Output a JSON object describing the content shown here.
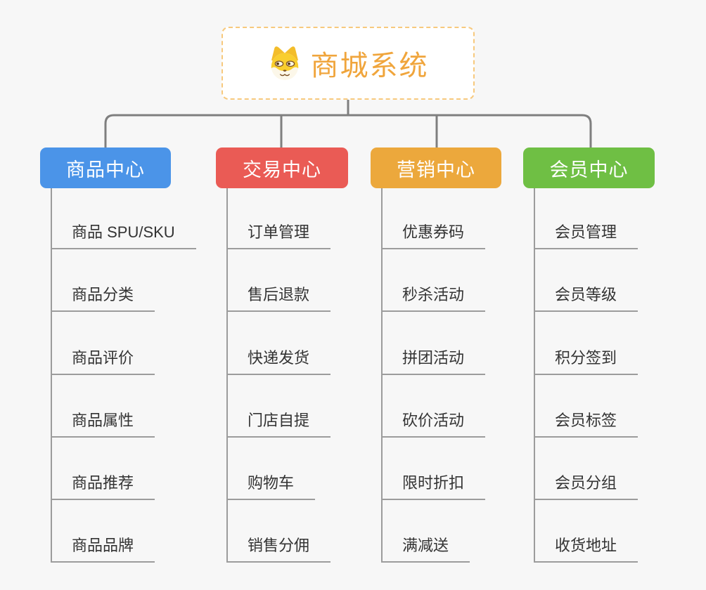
{
  "root": {
    "title": "商城系统",
    "icon": "dog-face-icon",
    "accent_color": "#f0a53c"
  },
  "branches": [
    {
      "label": "商品中心",
      "color": "#4b94e8",
      "items": [
        "商品 SPU/SKU",
        "商品分类",
        "商品评价",
        "商品属性",
        "商品推荐",
        "商品品牌"
      ]
    },
    {
      "label": "交易中心",
      "color": "#ea5b55",
      "items": [
        "订单管理",
        "售后退款",
        "快递发货",
        "门店自提",
        "购物车",
        "销售分佣"
      ]
    },
    {
      "label": "营销中心",
      "color": "#eca83c",
      "items": [
        "优惠券码",
        "秒杀活动",
        "拼团活动",
        "砍价活动",
        "限时折扣",
        "满减送"
      ]
    },
    {
      "label": "会员中心",
      "color": "#6fbf44",
      "items": [
        "会员管理",
        "会员等级",
        "积分签到",
        "会员标签",
        "会员分组",
        "收货地址"
      ]
    }
  ],
  "connector_color": "#7f7f7f",
  "leaf_line_color": "#9c9c9c"
}
